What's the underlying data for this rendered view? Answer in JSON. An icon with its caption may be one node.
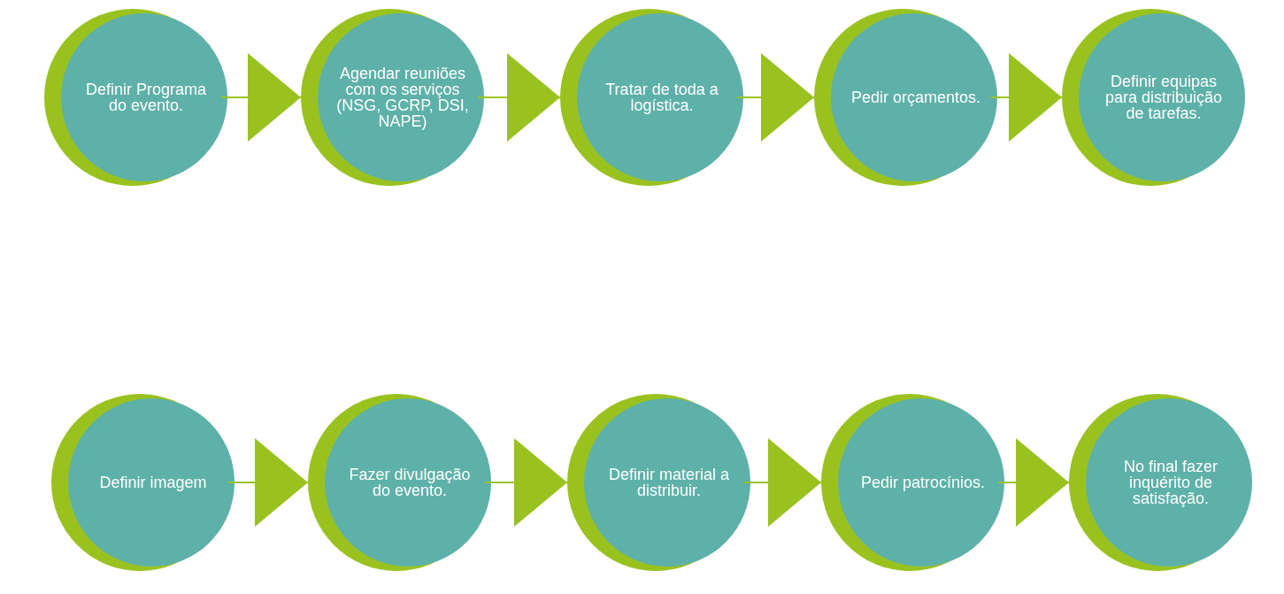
{
  "diagram": {
    "nodes": [
      {
        "text": [
          "Definir Programa do evento."
        ]
      },
      {
        "text": [
          "Agendar reuniões com os serviços (NSG, GCRP, DSI, NAPE)"
        ]
      },
      {
        "text": [
          "Tratar de toda a logística."
        ]
      },
      {
        "text": [
          "Pedir orçamentos."
        ]
      },
      {
        "text": [
          "Definir equipas para distribuição de tarefas."
        ]
      },
      {
        "text": [
          "Definir imagem"
        ]
      },
      {
        "text": [
          "Fazer divulgação do evento."
        ]
      },
      {
        "text": [
          "Definir material a distribuir."
        ]
      },
      {
        "text": [
          "Pedir patrocínios."
        ]
      },
      {
        "text": [
          "No final fazer inquérito de satisfação."
        ]
      }
    ],
    "edges": [
      {
        "from": 0,
        "to": 1,
        "arrow": "to"
      },
      {
        "from": 1,
        "to": 2,
        "arrow": "to"
      },
      {
        "from": 2,
        "to": 3,
        "arrow": "to"
      },
      {
        "from": 3,
        "to": 4,
        "arrow": "to"
      },
      {
        "from": 5,
        "to": 6,
        "arrow": "to"
      },
      {
        "from": 6,
        "to": 7,
        "arrow": "to"
      },
      {
        "from": 7,
        "to": 8,
        "arrow": "to"
      },
      {
        "from": 8,
        "to": 9,
        "arrow": "to"
      }
    ]
  }
}
